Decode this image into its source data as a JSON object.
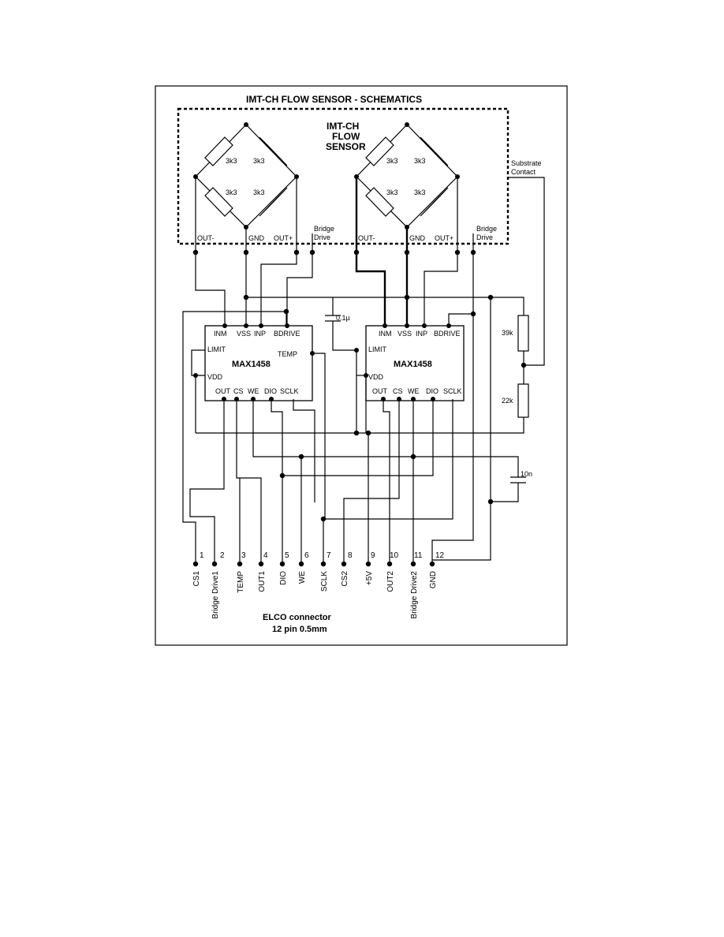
{
  "title": "IMT-CH FLOW SENSOR - SCHEMATICS",
  "sensor_label": [
    "IMT-CH",
    "FLOW",
    "SENSOR"
  ],
  "resistor_label": "3k3",
  "bridge_pins": {
    "out_minus": "OUT-",
    "gnd": "GND",
    "out_plus": "OUT+"
  },
  "bridge_drive_label": [
    "Bridge",
    "Drive"
  ],
  "substrate_label": [
    "Substrate",
    "Contact"
  ],
  "chip": {
    "name": "MAX1458",
    "top_pins": [
      "INM",
      "VSS",
      "INP",
      "BDRIVE"
    ],
    "left_pins": [
      "LIMIT",
      "VDD"
    ],
    "right_pin": "TEMP",
    "bottom_pins": [
      "OUT",
      "CS",
      "WE",
      "DIO",
      "SCLK"
    ]
  },
  "components": {
    "cap1": "0.1µ",
    "cap2": "10n",
    "r1": "39k",
    "r2": "22k"
  },
  "connector": {
    "title": "ELCO connector",
    "subtitle": "12 pin 0.5mm",
    "pins": [
      {
        "num": "1",
        "label": "CS1"
      },
      {
        "num": "2",
        "label": "Bridge Drive1"
      },
      {
        "num": "3",
        "label": "TEMP"
      },
      {
        "num": "4",
        "label": "OUT1"
      },
      {
        "num": "5",
        "label": "DIO"
      },
      {
        "num": "6",
        "label": "WE"
      },
      {
        "num": "7",
        "label": "SCLK"
      },
      {
        "num": "8",
        "label": "CS2"
      },
      {
        "num": "9",
        "label": "+5V"
      },
      {
        "num": "10",
        "label": "OUT2"
      },
      {
        "num": "11",
        "label": "Bridge Drive2"
      },
      {
        "num": "12",
        "label": "GND"
      }
    ]
  }
}
